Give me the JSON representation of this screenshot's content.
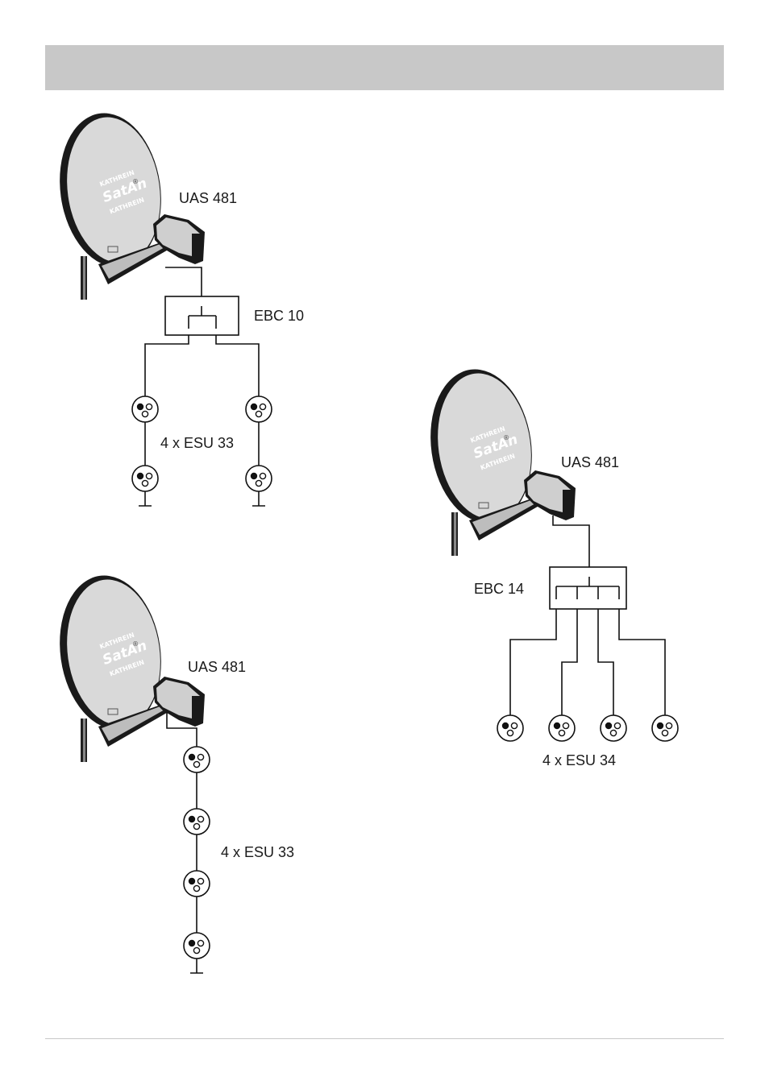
{
  "diagrams": [
    {
      "lnb_label": "UAS 481",
      "switch_label": "EBC 10",
      "outlets_label": "4 x ESU 33"
    },
    {
      "lnb_label": "UAS 481",
      "outlets_label": "4 x ESU 33"
    },
    {
      "lnb_label": "UAS 481",
      "switch_label": "EBC 14",
      "outlets_label": "4 x ESU 34"
    }
  ],
  "dish": {
    "brand": "SatAn",
    "maker": "KATHREIN",
    "registered_mark": "®"
  },
  "colors": {
    "header_bar": "#c8c8c8",
    "dish_fill": "#d9d9d9",
    "line": "#111111"
  }
}
